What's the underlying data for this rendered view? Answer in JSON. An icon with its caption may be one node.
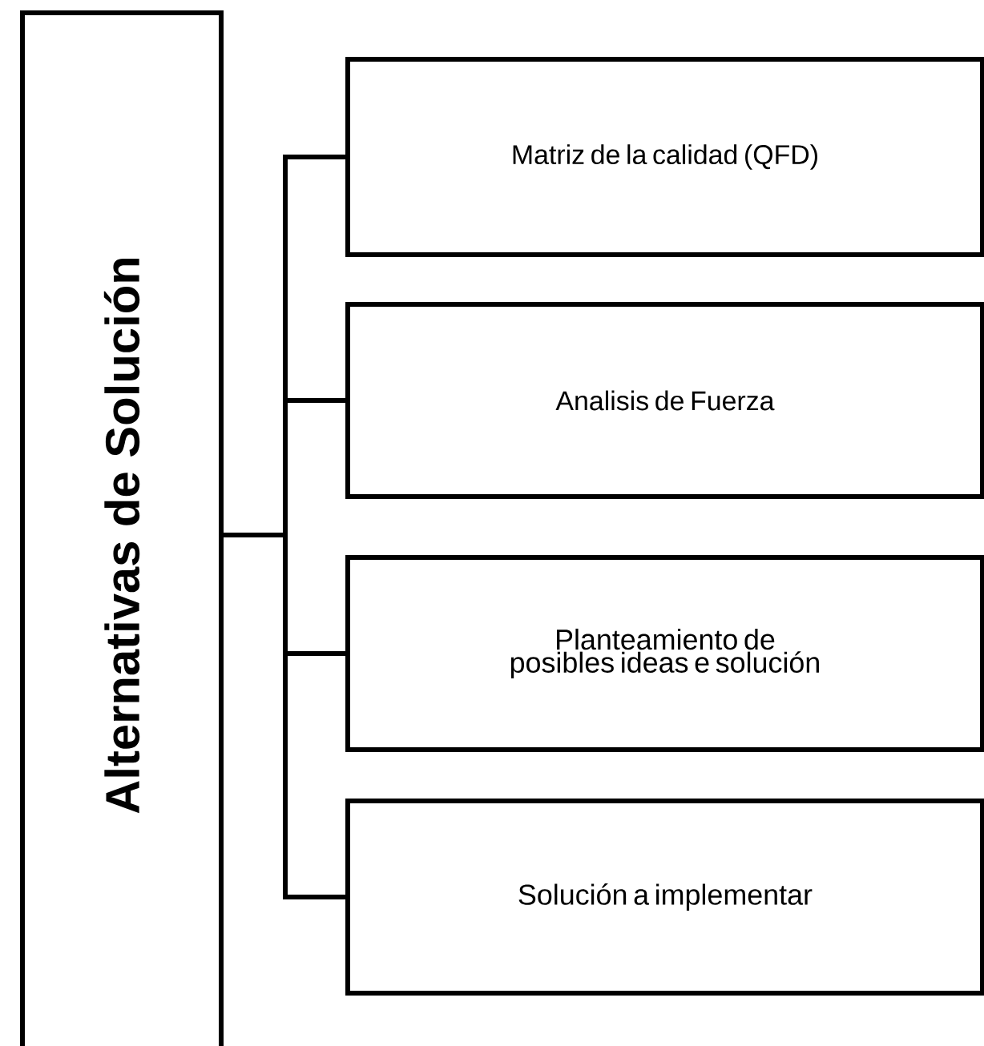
{
  "diagram": {
    "nodes": [
      {
        "text": [
          "Alternativas de Solución"
        ]
      },
      {
        "text": [
          "Matriz de la calidad (QFD)"
        ]
      },
      {
        "text": [
          "Analisis de Fuerza"
        ]
      },
      {
        "text": [
          "Planteamiento de posibles ideas e solución"
        ]
      },
      {
        "text": [
          "Solución a implementar"
        ]
      }
    ],
    "edges": [
      {
        "from": 0,
        "to": 1,
        "arrow": "none"
      },
      {
        "from": 0,
        "to": 2,
        "arrow": "none"
      },
      {
        "from": 0,
        "to": 3,
        "arrow": "none"
      },
      {
        "from": 0,
        "to": 4,
        "arrow": "none"
      }
    ]
  }
}
